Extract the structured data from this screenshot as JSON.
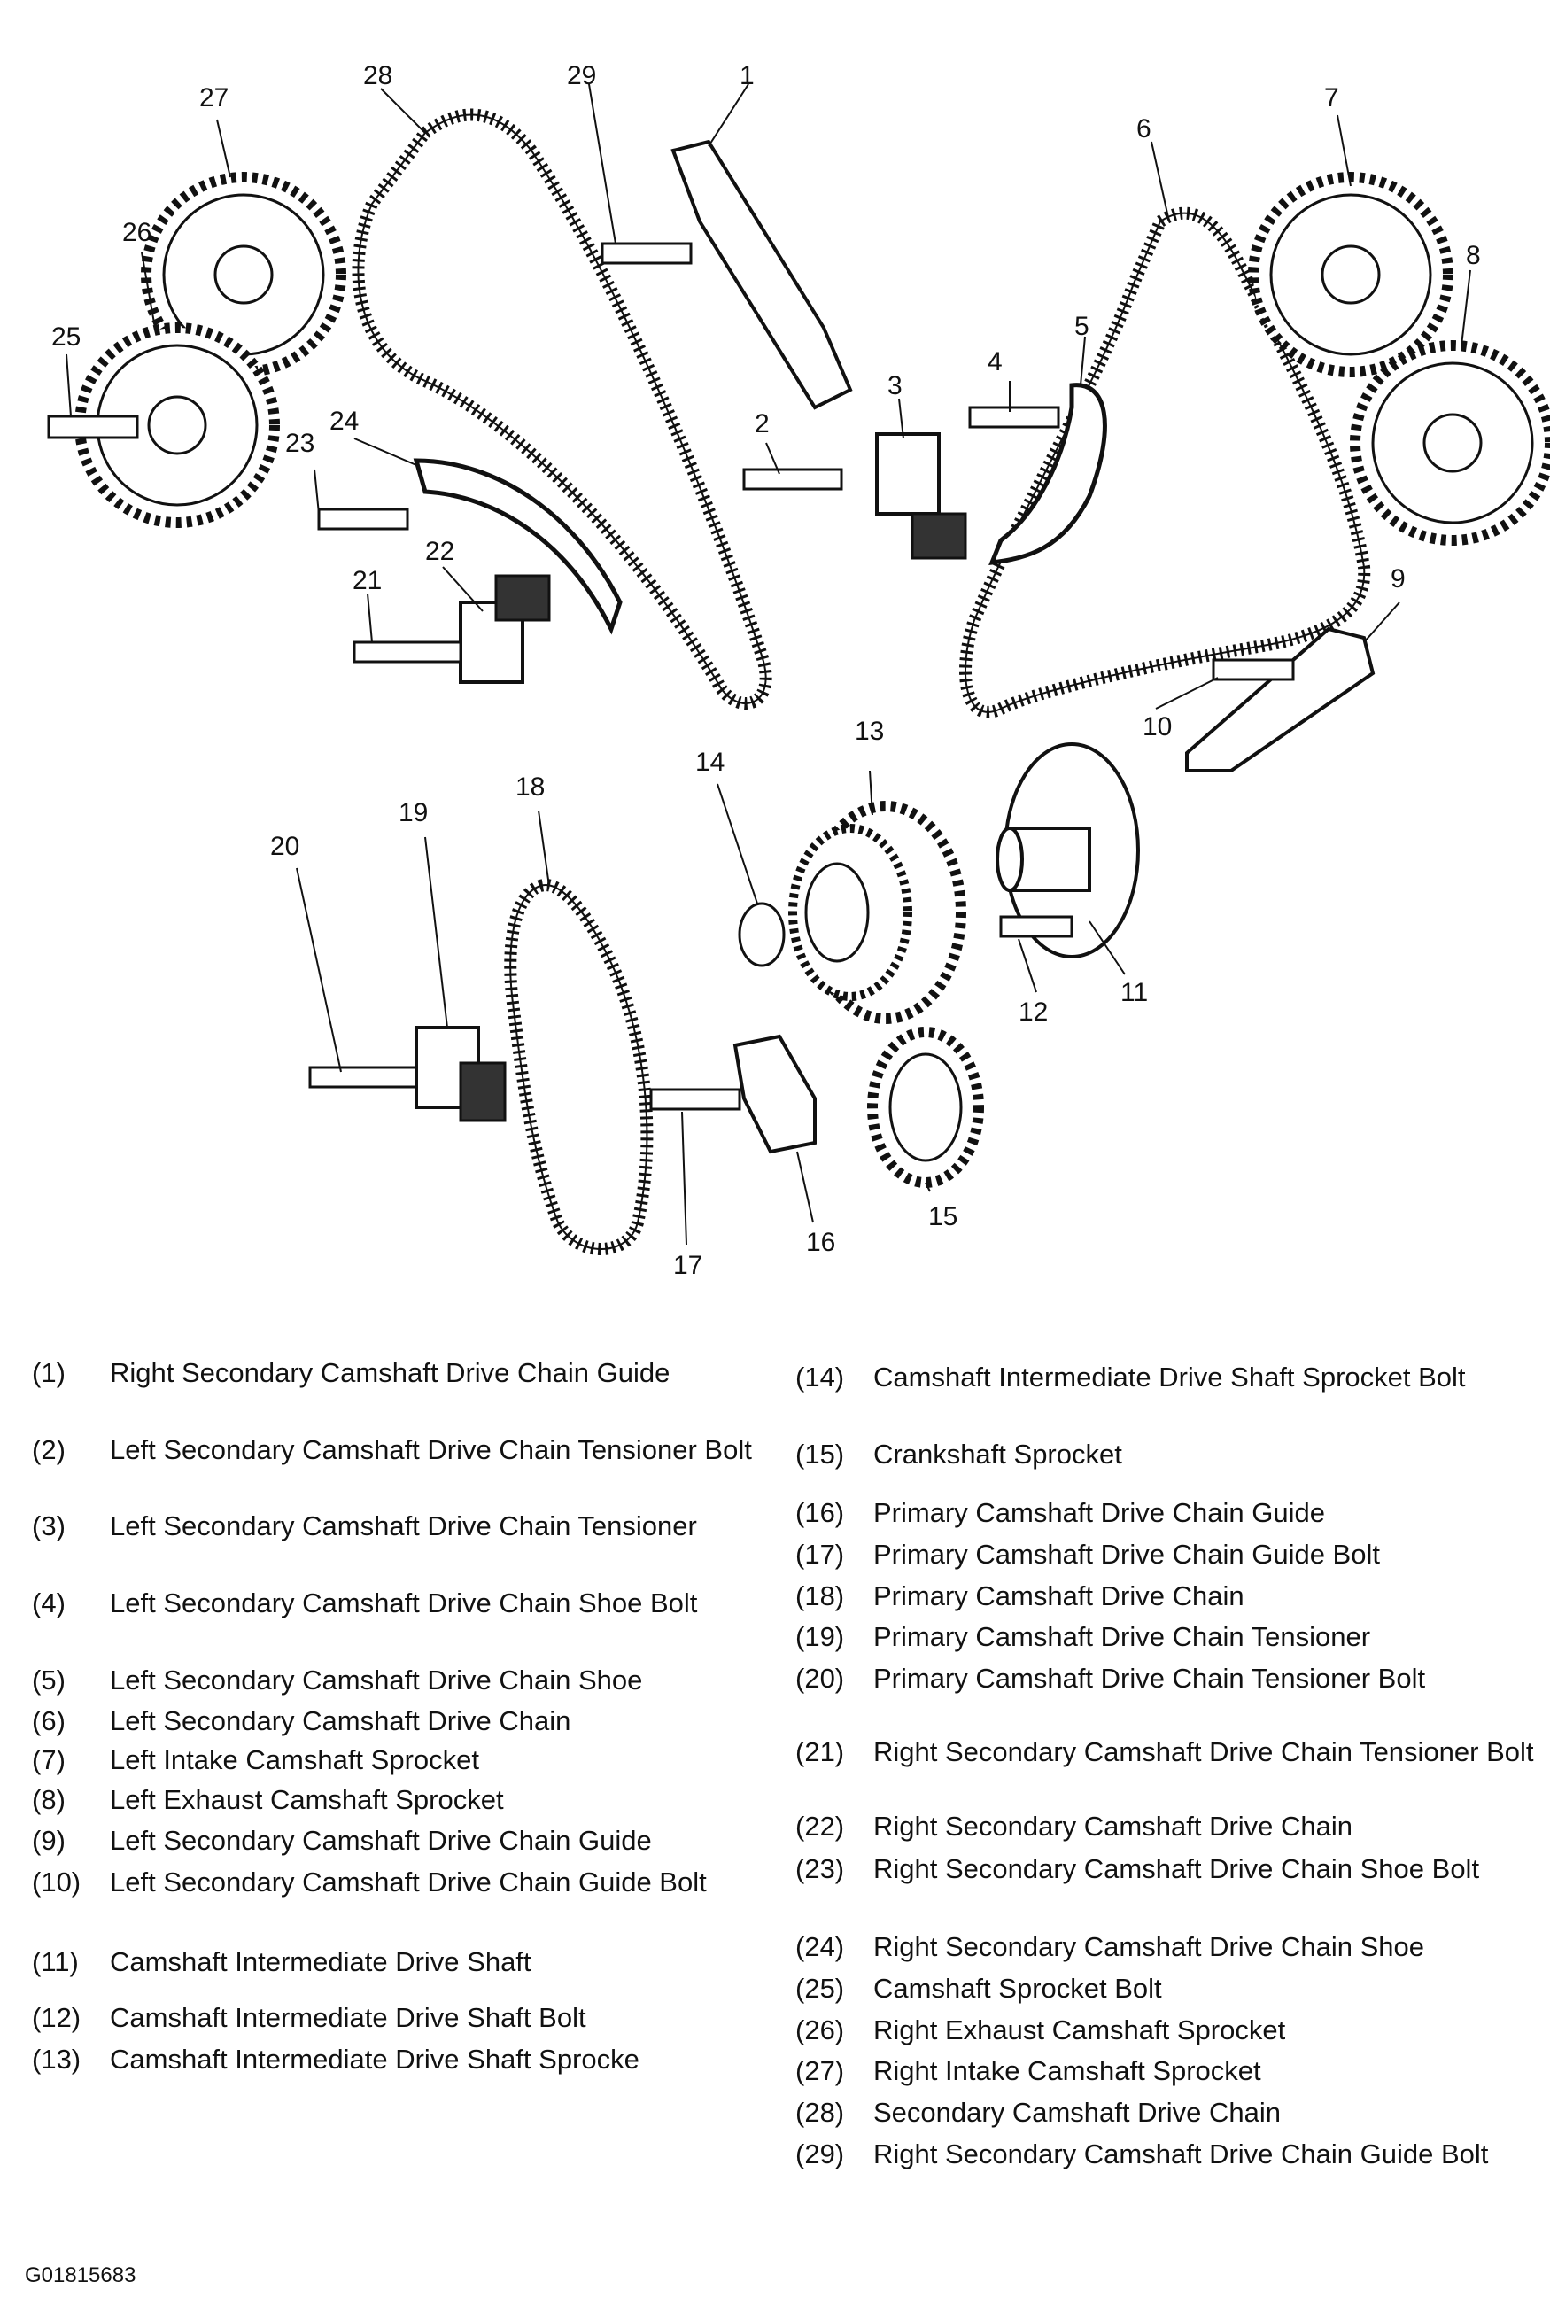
{
  "callouts": [
    "1",
    "2",
    "3",
    "4",
    "5",
    "6",
    "7",
    "8",
    "9",
    "10",
    "11",
    "12",
    "13",
    "14",
    "15",
    "16",
    "17",
    "18",
    "19",
    "20",
    "21",
    "22",
    "23",
    "24",
    "25",
    "26",
    "27",
    "28",
    "29"
  ],
  "legend_left": [
    {
      "num": "(1)",
      "text": "Right Secondary Camshaft Drive Chain Guide"
    },
    {
      "num": "(2)",
      "text": "Left Secondary Camshaft Drive Chain Tensioner Bolt"
    },
    {
      "num": "(3)",
      "text": "Left Secondary Camshaft Drive Chain Tensioner"
    },
    {
      "num": "(4)",
      "text": "Left Secondary Camshaft Drive Chain Shoe Bolt"
    },
    {
      "num": "(5)",
      "text": "Left Secondary Camshaft Drive Chain Shoe"
    },
    {
      "num": "(6)",
      "text": "Left Secondary Camshaft Drive Chain"
    },
    {
      "num": "(7)",
      "text": "Left Intake Camshaft Sprocket"
    },
    {
      "num": "(8)",
      "text": "Left Exhaust Camshaft Sprocket"
    },
    {
      "num": "(9)",
      "text": "Left Secondary Camshaft Drive Chain Guide"
    },
    {
      "num": "(10)",
      "text": "Left Secondary Camshaft Drive Chain Guide Bolt"
    },
    {
      "num": "(11)",
      "text": "Camshaft Intermediate Drive Shaft"
    },
    {
      "num": "(12)",
      "text": "Camshaft Intermediate Drive Shaft Bolt"
    },
    {
      "num": "(13)",
      "text": "Camshaft Intermediate Drive Shaft Sprocke"
    }
  ],
  "legend_right": [
    {
      "num": "(14)",
      "text": "Camshaft Intermediate Drive Shaft Sprocket Bolt"
    },
    {
      "num": "(15)",
      "text": "Crankshaft Sprocket"
    },
    {
      "num": "(16)",
      "text": "Primary Camshaft Drive Chain Guide"
    },
    {
      "num": "(17)",
      "text": "Primary Camshaft Drive Chain Guide Bolt"
    },
    {
      "num": "(18)",
      "text": "Primary Camshaft Drive Chain"
    },
    {
      "num": "(19)",
      "text": "Primary Camshaft Drive Chain Tensioner"
    },
    {
      "num": "(20)",
      "text": "Primary Camshaft Drive Chain Tensioner Bolt"
    },
    {
      "num": "(21)",
      "text": "Right Secondary Camshaft Drive Chain Tensioner Bolt"
    },
    {
      "num": "(22)",
      "text": "Right Secondary Camshaft Drive Chain"
    },
    {
      "num": "(23)",
      "text": "Right Secondary Camshaft Drive Chain Shoe Bolt"
    },
    {
      "num": "(24)",
      "text": "Right Secondary Camshaft Drive Chain Shoe"
    },
    {
      "num": "(25)",
      "text": "Camshaft Sprocket Bolt"
    },
    {
      "num": "(26)",
      "text": "Right Exhaust Camshaft Sprocket"
    },
    {
      "num": "(27)",
      "text": "Right Intake Camshaft Sprocket"
    },
    {
      "num": "(28)",
      "text": "Secondary Camshaft Drive Chain"
    },
    {
      "num": "(29)",
      "text": "Right Secondary Camshaft Drive Chain Guide Bolt"
    }
  ],
  "figure_id": "G01815683"
}
